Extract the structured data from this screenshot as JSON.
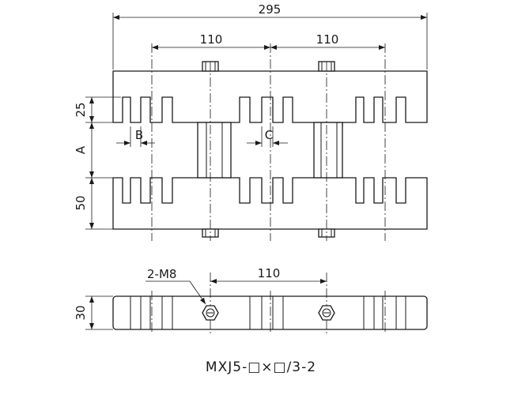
{
  "dimensions": {
    "overall_width": "295",
    "pitch_left": "110",
    "pitch_right": "110",
    "slot_depth": "25",
    "gap": "A",
    "base_height": "50",
    "slot_b": "B",
    "slot_c": "C",
    "bolt_pitch": "110",
    "thickness": "30"
  },
  "bolt_callout": "2-M8",
  "model_caption": "MXJ5-□×□/3-2"
}
